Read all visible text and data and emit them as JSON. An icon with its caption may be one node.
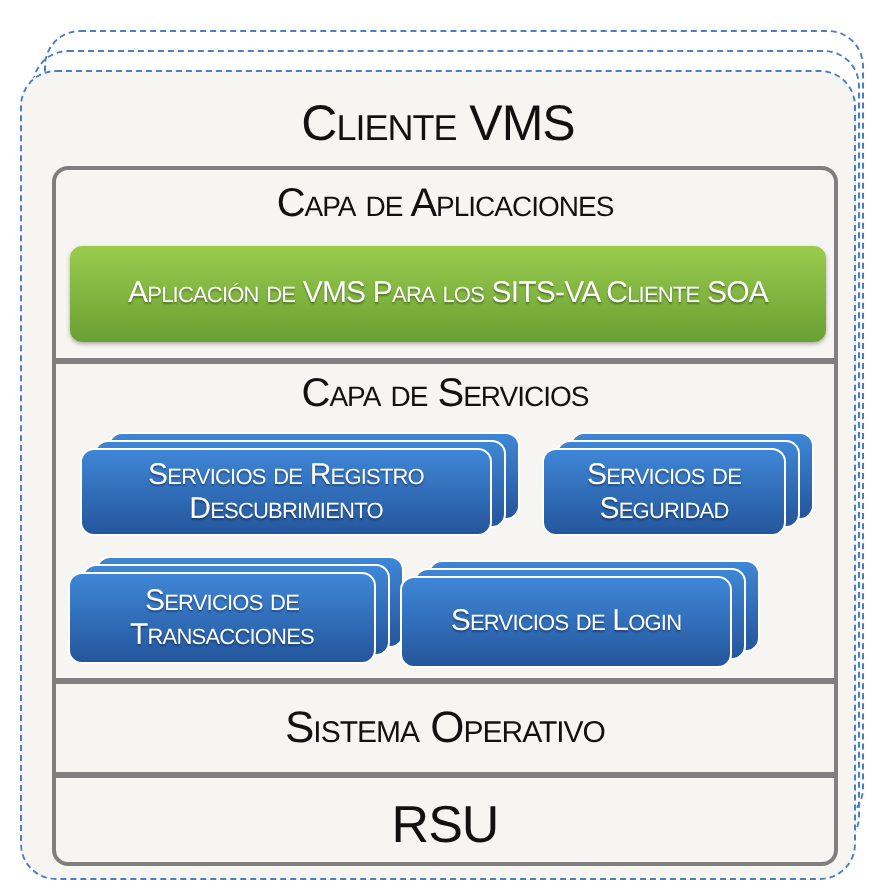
{
  "diagram": {
    "nodes": [
      {
        "text": [
          "Cliente VMS"
        ]
      },
      {
        "text": [
          "Capa de Aplicaciones"
        ],
        "in": 0
      },
      {
        "text": [
          "Aplicación de VMS Para los SITS-VA Cliente SOA"
        ],
        "in": 1
      },
      {
        "text": [
          "Capa de Servicios"
        ],
        "in": 0
      },
      {
        "text": [
          "Servicios de Registro Descubrimiento"
        ],
        "in": 3
      },
      {
        "text": [
          "Servicios de Seguridad"
        ],
        "in": 3
      },
      {
        "text": [
          "Servicios de Transacciones"
        ],
        "in": 3
      },
      {
        "text": [
          "Servicios de Login"
        ],
        "in": 3
      },
      {
        "text": [
          "Sistema Operativo"
        ],
        "in": 0
      },
      {
        "text": [
          "RSU"
        ],
        "in": 0
      }
    ]
  }
}
